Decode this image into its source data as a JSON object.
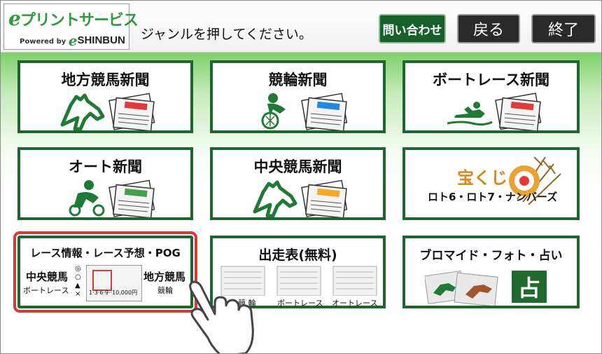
{
  "header": {
    "logo": {
      "prefix": "e",
      "title": "プリントサービス",
      "powered_by": "Powered by",
      "brand_prefix": "e",
      "brand": "SHINBUN"
    },
    "prompt": "ジャンルを押してください。",
    "buttons": {
      "contact": "問い合わせ",
      "back": "戻る",
      "end": "終了"
    }
  },
  "tiles": [
    {
      "title": "地方競馬新聞",
      "icon": "horse-head-icon",
      "badge_color": "#e53935"
    },
    {
      "title": "競輪新聞",
      "icon": "cyclist-icon",
      "badge_color": "#1e88e5"
    },
    {
      "title": "ボートレース新聞",
      "icon": "boat-racer-icon",
      "badge_color": "#e53935"
    },
    {
      "title": "オート新聞",
      "icon": "motorcycle-racer-icon",
      "badge_color": "#43a047"
    },
    {
      "title": "中央競馬新聞",
      "icon": "horse-head-icon",
      "badge_color": "#f9a825"
    },
    {
      "title": "宝くじ",
      "subtitle": "ロト6・ロト7・ナンバーズ",
      "icon": "lottery-target-icon"
    },
    {
      "title": "レース情報・レース予想・POG",
      "left_label": "中央競馬",
      "left_sub": "ボートレース",
      "marks": [
        "◎",
        "○",
        "▲",
        "×"
      ],
      "right_label": "地方競馬",
      "right_sub": "競輪",
      "ticket_text": "1·3·6·9··10,000円"
    },
    {
      "title": "出走表(無料)",
      "labels": [
        "競 輪",
        "ボートレース",
        "オートレース"
      ]
    },
    {
      "title": "ブロマイド・フォト・占い",
      "uranai": "占",
      "icon": "horse-photo-icon"
    }
  ]
}
